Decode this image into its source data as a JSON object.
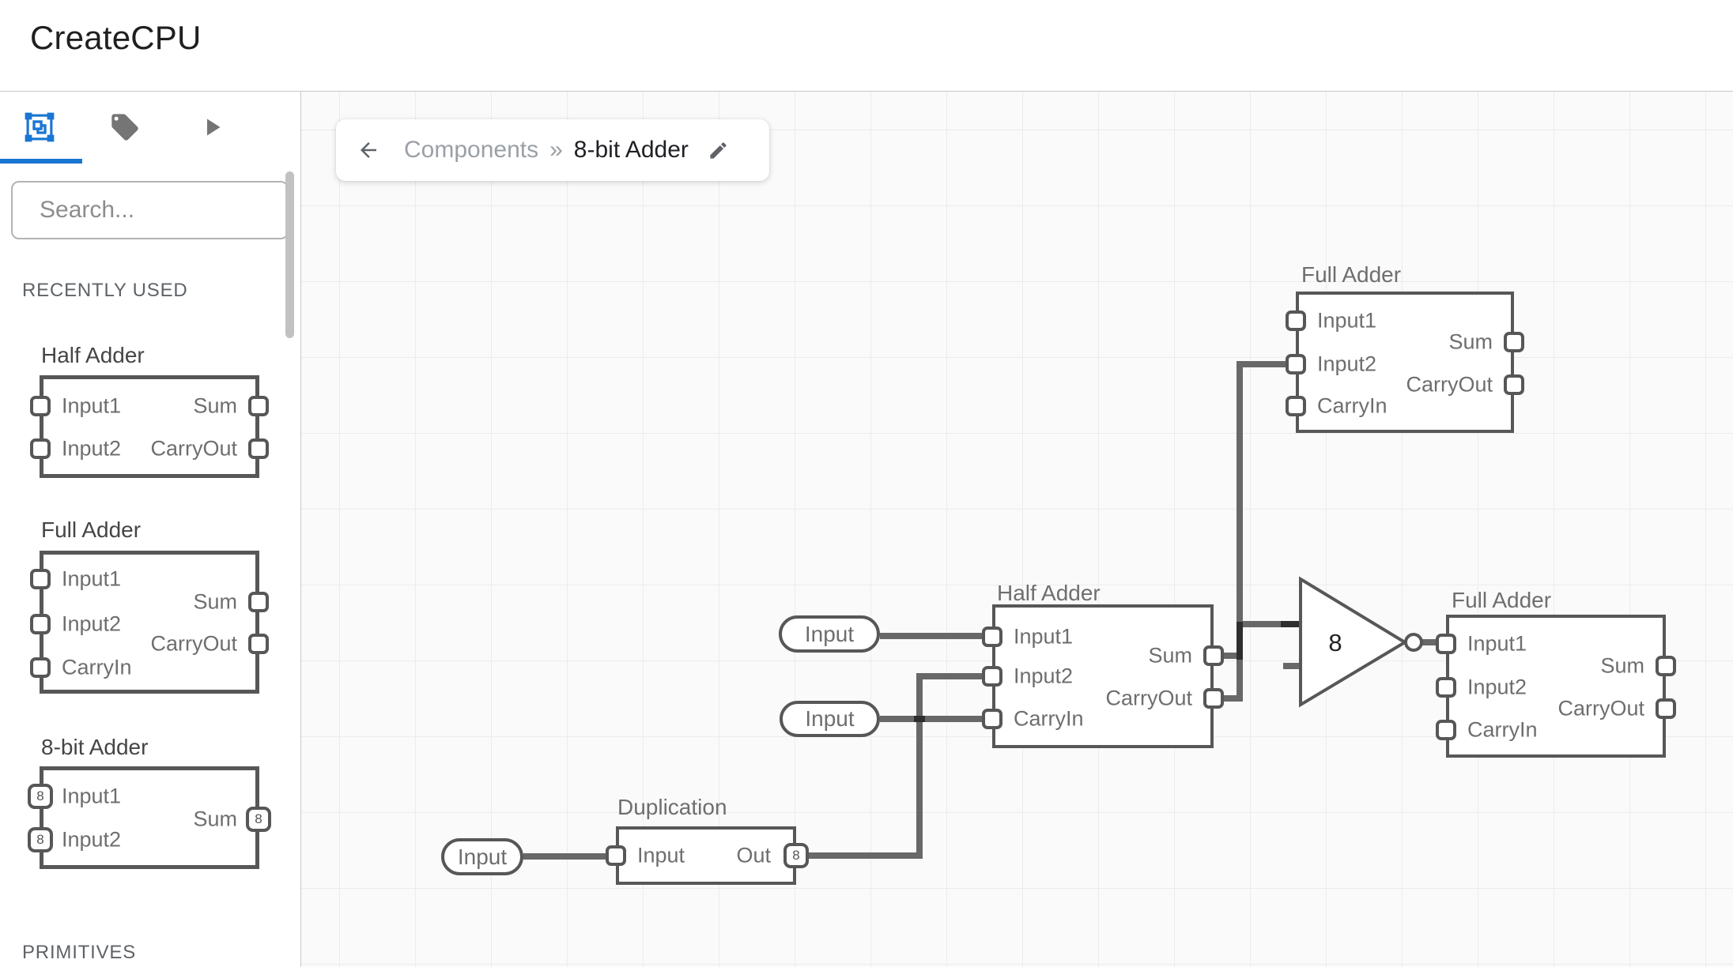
{
  "header": {
    "title": "CreateCPU"
  },
  "sidebar": {
    "search_placeholder": "Search...",
    "recently_used_label": "RECENTLY USED",
    "primitives_label": "PRIMITIVES",
    "items": [
      {
        "title": "Half Adder",
        "left_ports": [
          {
            "label": "Input1"
          },
          {
            "label": "Input2"
          }
        ],
        "right_ports": [
          {
            "label": "Sum"
          },
          {
            "label": "CarryOut"
          }
        ]
      },
      {
        "title": "Full Adder",
        "left_ports": [
          {
            "label": "Input1"
          },
          {
            "label": "Input2"
          },
          {
            "label": "CarryIn"
          }
        ],
        "right_ports": [
          {
            "label": "Sum"
          },
          {
            "label": "CarryOut"
          }
        ]
      },
      {
        "title": "8-bit Adder",
        "left_ports": [
          {
            "label": "Input1",
            "badge": "8"
          },
          {
            "label": "Input2",
            "badge": "8"
          }
        ],
        "right_ports": [
          {
            "label": "Sum",
            "badge": "8"
          }
        ]
      }
    ]
  },
  "breadcrumb": {
    "parent": "Components",
    "separator": "»",
    "current": "8-bit Adder"
  },
  "canvas": {
    "nodes": [
      {
        "title": "Full Adder",
        "left_ports": [
          {
            "label": "Input1"
          },
          {
            "label": "Input2"
          },
          {
            "label": "CarryIn"
          }
        ],
        "right_ports": [
          {
            "label": "Sum"
          },
          {
            "label": "CarryOut"
          }
        ]
      },
      {
        "title": "Half Adder",
        "left_ports": [
          {
            "label": "Input1"
          },
          {
            "label": "Input2"
          },
          {
            "label": "CarryIn"
          }
        ],
        "right_ports": [
          {
            "label": "Sum"
          },
          {
            "label": "CarryOut"
          }
        ]
      },
      {
        "title": "Full Adder",
        "left_ports": [
          {
            "label": "Input1"
          },
          {
            "label": "Input2"
          },
          {
            "label": "CarryIn"
          }
        ],
        "right_ports": [
          {
            "label": "Sum"
          },
          {
            "label": "CarryOut"
          }
        ]
      },
      {
        "title": "Duplication",
        "left_ports": [
          {
            "label": "Input"
          }
        ],
        "right_ports": [
          {
            "label": "Out",
            "badge": "8"
          }
        ]
      }
    ],
    "input_pills": [
      {
        "label": "Input"
      },
      {
        "label": "Input"
      },
      {
        "label": "Input"
      }
    ],
    "inverter_label": "8"
  },
  "colors": {
    "accent": "#1976d2",
    "component_border": "#575757",
    "wire": "#686868",
    "wire_dark": "#2e2e2e",
    "canvas_bg": "#fafafa",
    "grid_line": "#ececec"
  }
}
